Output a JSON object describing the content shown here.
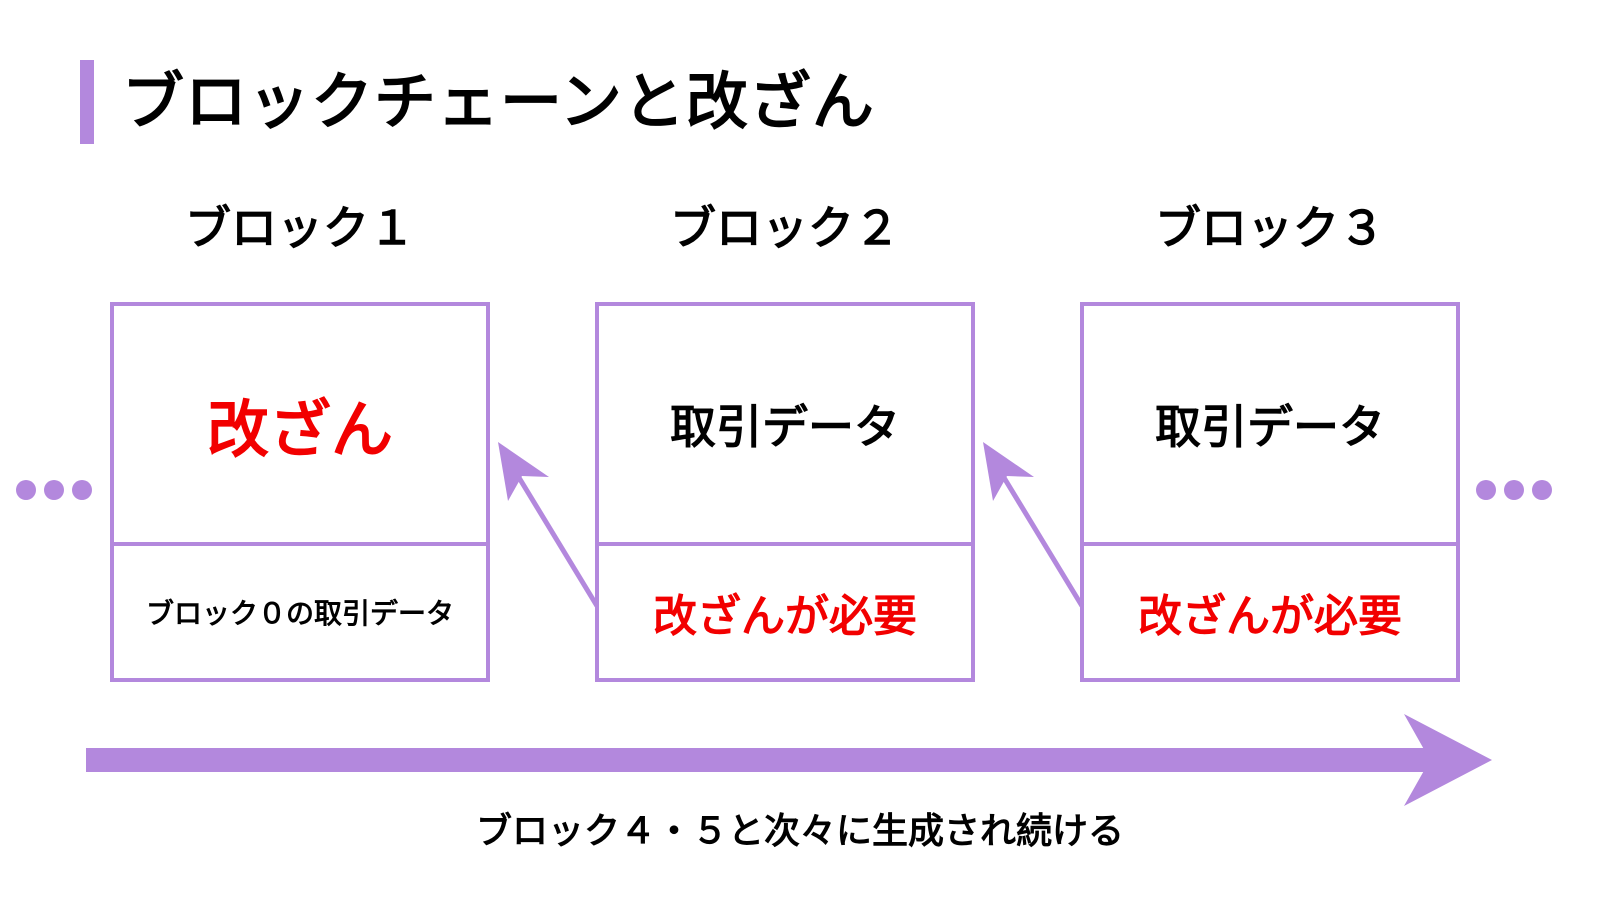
{
  "title": "ブロックチェーンと改ざん",
  "blocks": [
    {
      "label": "ブロック１",
      "main": "改ざん",
      "sub": "ブロック０の取引データ"
    },
    {
      "label": "ブロック２",
      "main": "取引データ",
      "sub": "改ざんが必要"
    },
    {
      "label": "ブロック３",
      "main": "取引データ",
      "sub": "改ざんが必要"
    }
  ],
  "timeline": {
    "label": "ブロック４・５と次々に生成され続ける"
  },
  "colors": {
    "accent": "#b388dd",
    "alert": "#f20000",
    "text": "#000000"
  },
  "icons": {
    "ellipsis": "ellipsis-icon",
    "link_arrow": "arrow-up-left-icon",
    "timeline_arrow": "arrow-right-icon"
  }
}
